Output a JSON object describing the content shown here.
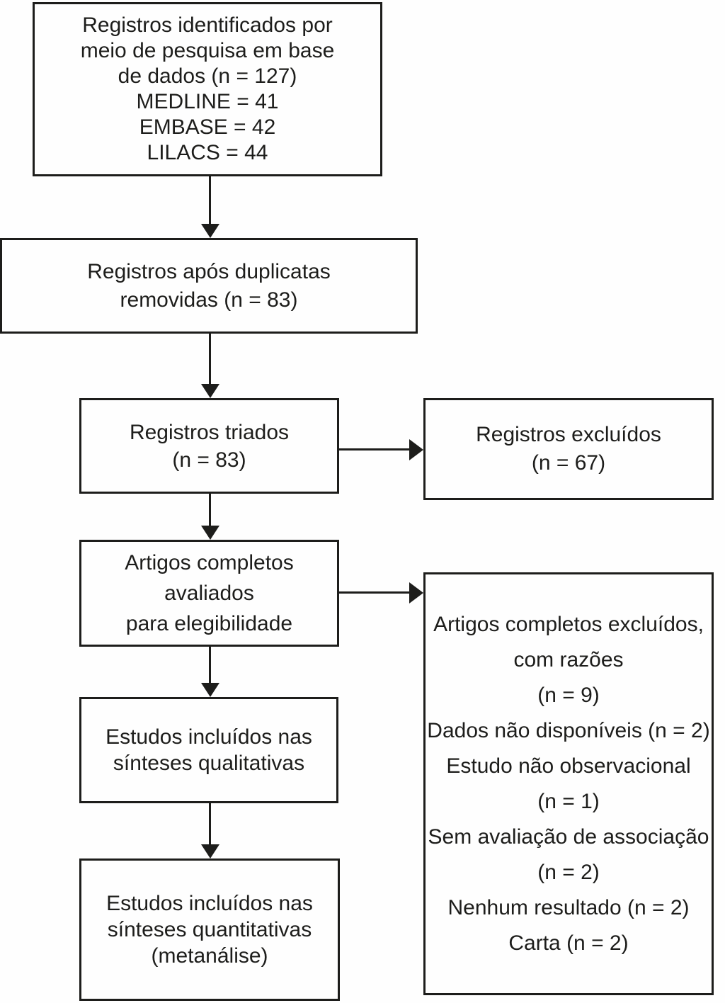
{
  "boxes": {
    "identified": {
      "lines": [
        "Registros identificados por",
        "meio de pesquisa em base",
        "de dados (n = 127)",
        "MEDLINE = 41",
        "EMBASE = 42",
        "LILACS = 44"
      ]
    },
    "after_duplicates": {
      "lines": [
        "Registros após duplicatas",
        "removidas (n = 83)"
      ]
    },
    "screened": {
      "lines": [
        "Registros triados",
        "(n = 83)"
      ]
    },
    "records_excluded": {
      "lines": [
        "Registros excluídos",
        "(n = 67)"
      ]
    },
    "fulltext_assessed": {
      "lines": [
        "Artigos completos",
        "avaliados",
        "para elegibilidade"
      ]
    },
    "fulltext_excluded": {
      "lines": [
        "Artigos completos excluídos,",
        "com razões",
        "(n = 9)",
        "Dados não disponíveis (n = 2)",
        "Estudo não observacional",
        "(n = 1)",
        "Sem avaliação de associação",
        "(n = 2)",
        "Nenhum resultado (n = 2)",
        "Carta (n = 2)"
      ]
    },
    "qualitative_synthesis": {
      "lines": [
        "Estudos incluídos nas",
        "sínteses qualitativas"
      ]
    },
    "quantitative_synthesis": {
      "lines": [
        "Estudos incluídos nas",
        "sínteses quantitativas",
        "(metanálise)"
      ]
    }
  },
  "colors": {
    "ink": "#1d1d1b",
    "background": "#fefefe"
  }
}
